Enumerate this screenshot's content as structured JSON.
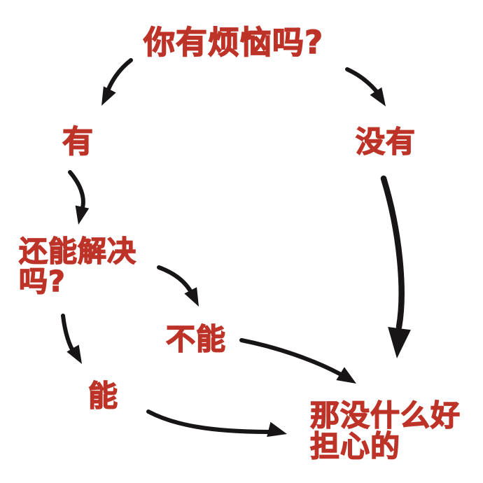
{
  "diagram": {
    "kind": "flowchart-meme",
    "title": "你有烦恼吗?",
    "nodes": {
      "question": {
        "label": "你有烦恼吗?"
      },
      "yes": {
        "label": "有"
      },
      "no": {
        "label": "没有"
      },
      "solvable": {
        "label": "还能解决\n吗?"
      },
      "cannot": {
        "label": "不能"
      },
      "can": {
        "label": "能"
      },
      "conclusion": {
        "label": "那没什么好\n担心的"
      }
    },
    "edges": [
      {
        "from": "question",
        "to": "yes"
      },
      {
        "from": "question",
        "to": "no"
      },
      {
        "from": "yes",
        "to": "solvable"
      },
      {
        "from": "solvable",
        "to": "cannot"
      },
      {
        "from": "solvable",
        "to": "can"
      },
      {
        "from": "no",
        "to": "conclusion"
      },
      {
        "from": "cannot",
        "to": "conclusion"
      },
      {
        "from": "can",
        "to": "conclusion"
      }
    ],
    "colors": {
      "text_red": "#bd3328",
      "arrow_black": "#171515",
      "background": "#ffffff"
    }
  }
}
